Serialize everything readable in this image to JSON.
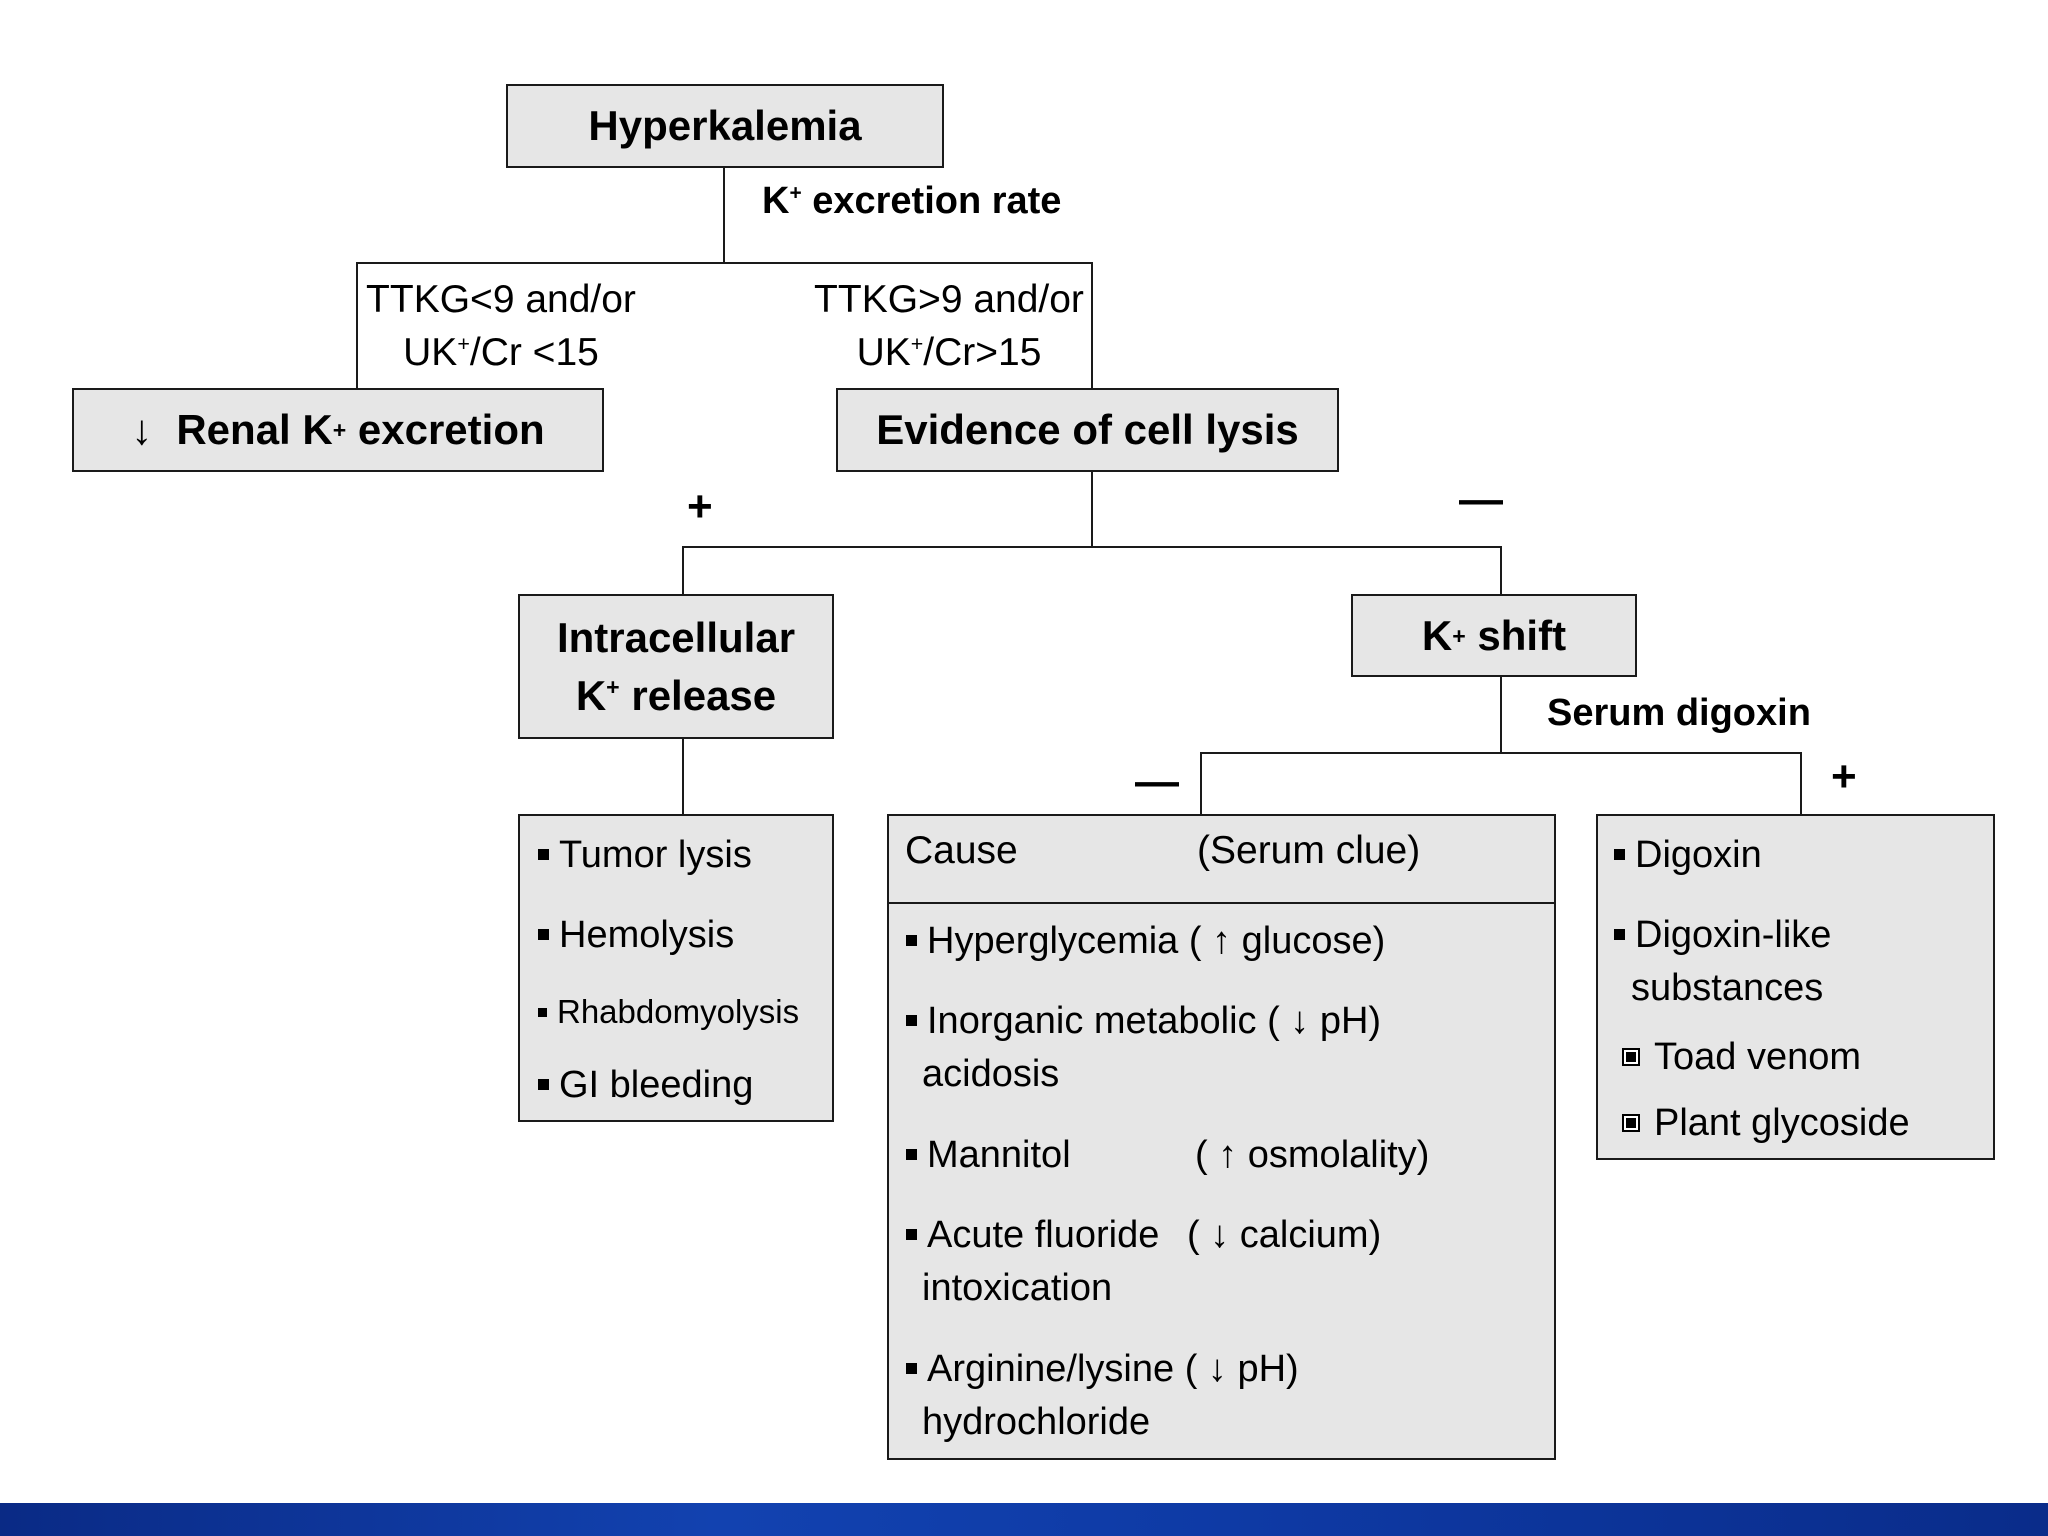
{
  "nodes": {
    "root": "Hyperkalemia",
    "excretion_rate_label": "excretion rate",
    "low_branch": [
      "TTKG<9 and/or",
      "UK",
      "/Cr <15"
    ],
    "high_branch": [
      "TTKG>9 and/or",
      "UK",
      "/Cr>15"
    ],
    "renal": "Renal K",
    "renal_suffix": "excretion",
    "renal_arrow": "↓",
    "cell_lysis": "Evidence of cell lysis",
    "intracellular_line1": "Intracellular",
    "intracellular_line2": "release",
    "k_shift": "shift",
    "serum_digoxin": "Serum digoxin",
    "k_letter": "K",
    "k_plus": "+"
  },
  "signs": {
    "lysis_plus": "+",
    "lysis_minus": "—",
    "digoxin_minus": "—",
    "digoxin_plus": "+"
  },
  "intracellular_causes": [
    "Tumor lysis",
    "Hemolysis",
    "Rhabdomyolysis",
    "GI bleeding"
  ],
  "shift_table": {
    "col_cause": "Cause",
    "col_clue": "(Serum clue)",
    "rows": [
      {
        "line1": "Hyperglycemia",
        "clue": "( ↑ glucose)",
        "line2": ""
      },
      {
        "line1": "Inorganic metabolic",
        "clue": "( ↓ pH)",
        "line2": "acidosis"
      },
      {
        "line1": "Mannitol",
        "clue": "( ↑ osmolality)",
        "line2": ""
      },
      {
        "line1": "Acute fluoride",
        "clue": "( ↓ calcium)",
        "line2": "intoxication"
      },
      {
        "line1": "Arginine/lysine",
        "clue": "( ↓ pH)",
        "line2": "hydrochloride"
      }
    ]
  },
  "digoxin_box": {
    "item1": "Digoxin",
    "item2_line1": "Digoxin-like",
    "item2_line2": "substances",
    "sub1": "Toad venom",
    "sub2": "Plant glycoside"
  },
  "colors": {
    "box_fill": "#e6e6e6",
    "line": "#1a1a1a",
    "footer": "#0e3aa5"
  }
}
